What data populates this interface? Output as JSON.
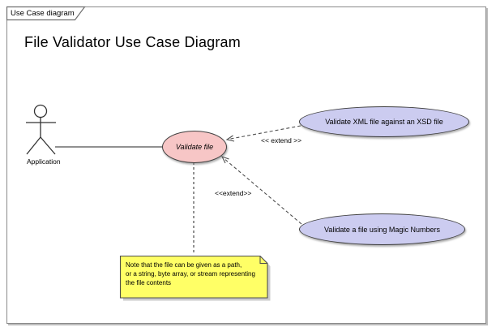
{
  "window": {
    "tab_label": "Use Case diagram"
  },
  "diagram": {
    "title": "File Validator Use Case Diagram",
    "actor": {
      "name": "Application"
    },
    "use_cases": {
      "base": {
        "label": "Validate file",
        "fill": "#f7c6c6"
      },
      "xml": {
        "label": "Validate XML file against an XSD file",
        "fill": "#ccccf0"
      },
      "magic": {
        "label": "Validate a file using Magic Numbers",
        "fill": "#ccccf0"
      }
    },
    "relationships": {
      "extend_xml": {
        "stereotype": "<< extend >>",
        "type": "extend",
        "from": "xml",
        "to": "base"
      },
      "extend_magic": {
        "stereotype": "<<extend>>",
        "type": "extend",
        "from": "magic",
        "to": "base"
      },
      "association": {
        "from": "Application",
        "to": "base"
      }
    },
    "note": {
      "fill": "#ffff66",
      "lines": [
        "Note that the file can be given as a path,",
        "or a string, byte array, or stream representing",
        "the file contents"
      ]
    },
    "colors": {
      "line": "#4d4d4d",
      "frame_border": "#8a8a8a",
      "shadow": "#bdbdbd"
    }
  }
}
